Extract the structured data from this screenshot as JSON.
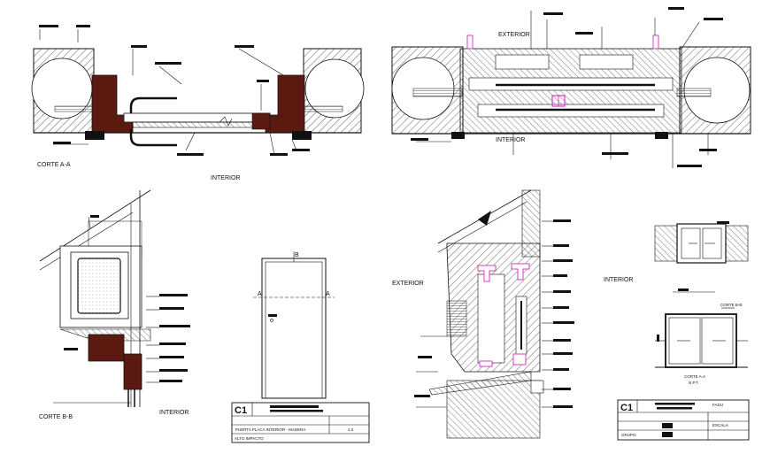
{
  "labels": {
    "corte_aa_top": "CORTE A-A",
    "interior_top_left": "INTERIOR",
    "exterior_top_right": "EXTERIOR",
    "interior_top_right": "INTERIOR",
    "corte_bb": "CORTE B-B",
    "interior_bottom_left": "INTERIOR",
    "exterior_bottom": "EXTERIOR",
    "interior_bottom_right": "INTERIOR",
    "corte_bb_small": "CORTE B-B",
    "corte_aa_small": "CORTE A-A",
    "npt": "N.P.T.",
    "door_mark_a_left": "A",
    "door_mark_a_right": "A",
    "door_mark_b": "B"
  },
  "title_block_left": {
    "code": "C1",
    "description": "PUERTA PLACA INTERIOR - MADERA",
    "scale": "1:2",
    "note": "ALTO IMPACTO"
  },
  "title_block_right": {
    "code": "C1",
    "group": "GRUPO",
    "sheet_tag": "FADU",
    "sheet_tag2": "ESCALA"
  },
  "colors": {
    "wood": "#5a1a10",
    "accent": "#d63cc8",
    "hatch": "#222222"
  }
}
